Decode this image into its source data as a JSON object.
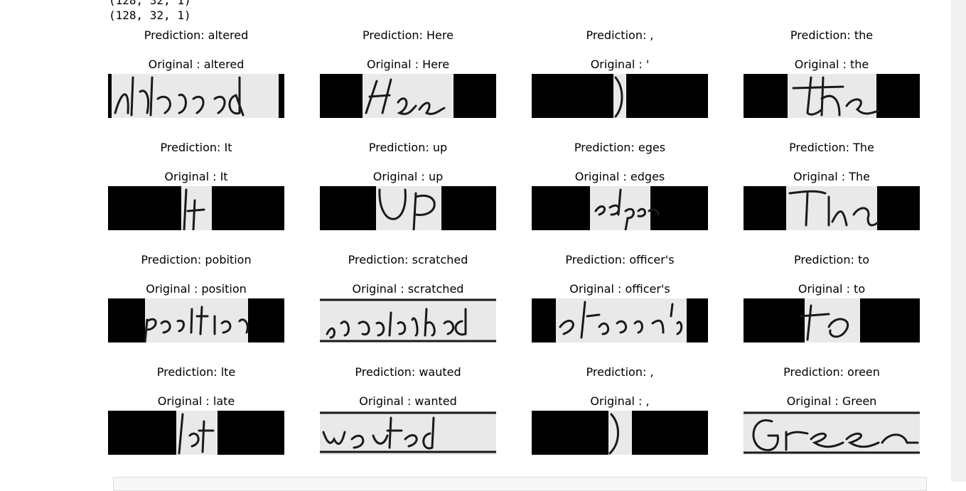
{
  "console": {
    "lines": [
      "(128, 32, 1)",
      "(128, 32, 1)"
    ]
  },
  "grid": {
    "pred_prefix": "Prediction: ",
    "orig_prefix": "Original : ",
    "tiles": [
      {
        "prediction": "altered",
        "original": "altered"
      },
      {
        "prediction": "Here",
        "original": "Here"
      },
      {
        "prediction": ",",
        "original": "'"
      },
      {
        "prediction": "the",
        "original": "the"
      },
      {
        "prediction": "It",
        "original": "It"
      },
      {
        "prediction": "up",
        "original": "up"
      },
      {
        "prediction": "eges",
        "original": "edges"
      },
      {
        "prediction": "The",
        "original": "The"
      },
      {
        "prediction": "pobition",
        "original": "position"
      },
      {
        "prediction": "scratched",
        "original": "scratched"
      },
      {
        "prediction": "officer's",
        "original": "officer's"
      },
      {
        "prediction": "to",
        "original": "to"
      },
      {
        "prediction": "lte",
        "original": "late"
      },
      {
        "prediction": "wauted",
        "original": "wanted"
      },
      {
        "prediction": ",",
        "original": ","
      },
      {
        "prediction": "oreen",
        "original": "Green"
      }
    ]
  }
}
